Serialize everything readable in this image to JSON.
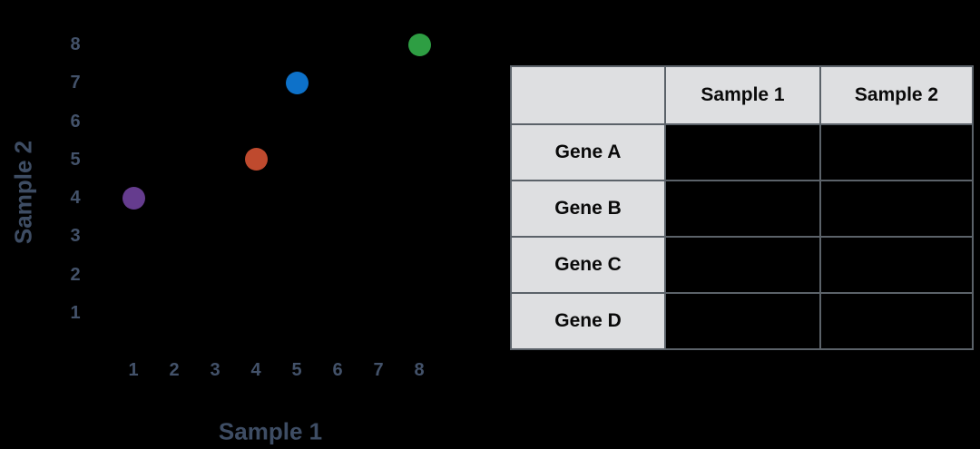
{
  "theme": {
    "background": "#000000",
    "axis_title_color": "#3e4d64",
    "tick_color": "#43526a",
    "table_cell_bg": "#dedfe1",
    "table_border_color": "#5b6269",
    "table_text_color": "#0a0a0a"
  },
  "chart_data": {
    "type": "scatter",
    "title": "",
    "xlabel": "Sample 1",
    "ylabel": "Sample 2",
    "xticks": [
      1,
      2,
      3,
      4,
      5,
      6,
      7,
      8
    ],
    "yticks": [
      1,
      2,
      3,
      4,
      5,
      6,
      7,
      8
    ],
    "xlim": [
      1,
      8
    ],
    "ylim": [
      1,
      8
    ],
    "grid": false,
    "legend": false,
    "background": "#000000",
    "points": [
      {
        "x": 1,
        "y": 4,
        "color": "#653c8e",
        "name": "purple-point"
      },
      {
        "x": 4,
        "y": 5,
        "color": "#bf4a2e",
        "name": "red-point"
      },
      {
        "x": 5,
        "y": 7,
        "color": "#0d71c9",
        "name": "blue-point"
      },
      {
        "x": 8,
        "y": 8,
        "color": "#2e9e43",
        "name": "green-point"
      }
    ]
  },
  "table": {
    "corner_header": "",
    "column_headers": [
      "Sample 1",
      "Sample 2"
    ],
    "rows": [
      {
        "label": "Gene A",
        "values": [
          "",
          ""
        ]
      },
      {
        "label": "Gene B",
        "values": [
          "",
          ""
        ]
      },
      {
        "label": "Gene C",
        "values": [
          "",
          ""
        ]
      },
      {
        "label": "Gene D",
        "values": [
          "",
          ""
        ]
      }
    ]
  }
}
